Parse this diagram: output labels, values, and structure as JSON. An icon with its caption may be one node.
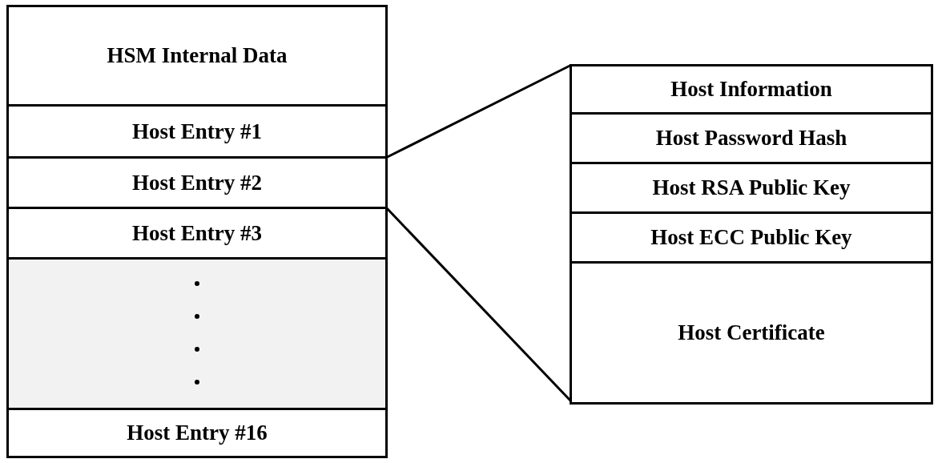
{
  "diagram": {
    "nodes": [
      {
        "text": [
          "HSM Internal Data"
        ]
      },
      {
        "text": [
          "Host Entry #1"
        ]
      },
      {
        "text": [
          "Host Entry #2"
        ]
      },
      {
        "text": [
          "Host Entry #3"
        ]
      },
      {
        "text": [],
        "shape": "box"
      },
      {
        "text": [
          "Host Entry #16"
        ]
      },
      {
        "text": [],
        "shape": "box"
      },
      {
        "text": [
          "Host Information"
        ],
        "in": 6
      },
      {
        "text": [
          "Host Password Hash"
        ],
        "in": 6
      },
      {
        "text": [
          "Host RSA Public Key"
        ],
        "in": 6
      },
      {
        "text": [
          "Host ECC Public Key"
        ],
        "in": 6
      },
      {
        "text": [
          "Host Certificate"
        ],
        "in": 6
      }
    ],
    "edges": [
      {
        "from": 2,
        "to": 6,
        "arrow": "none"
      },
      {
        "from": 2,
        "to": 6,
        "arrow": "none"
      }
    ]
  }
}
